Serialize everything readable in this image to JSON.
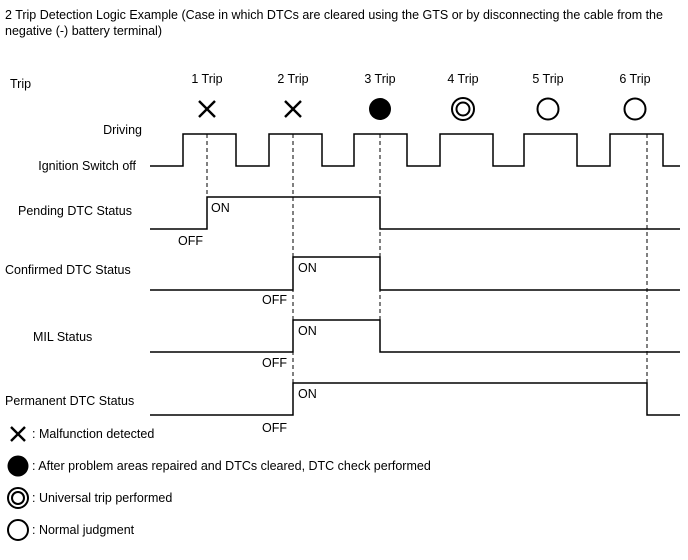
{
  "title": "2 Trip Detection Logic Example (Case in which DTCs are cleared using the GTS or by disconnecting the cable from the negative (-) battery terminal)",
  "trip_header": "Trip",
  "trips": [
    {
      "label": "1 Trip",
      "marker": "cross"
    },
    {
      "label": "2 Trip",
      "marker": "cross"
    },
    {
      "label": "3 Trip",
      "marker": "filled-circle"
    },
    {
      "label": "4 Trip",
      "marker": "double-circle"
    },
    {
      "label": "5 Trip",
      "marker": "open-circle"
    },
    {
      "label": "6 Trip",
      "marker": "open-circle"
    }
  ],
  "driving_label": "Driving",
  "ignition_label": "Ignition Switch off",
  "signals": [
    {
      "name": "Pending DTC Status",
      "on_label": "ON",
      "off_label": "OFF",
      "on_from_trip": 1,
      "off_at_trip": 3
    },
    {
      "name": "Confirmed DTC Status",
      "on_label": "ON",
      "off_label": "OFF",
      "on_from_trip": 2,
      "off_at_trip": 3
    },
    {
      "name": "MIL Status",
      "on_label": "ON",
      "off_label": "OFF",
      "on_from_trip": 2,
      "off_at_trip": 3
    },
    {
      "name": "Permanent DTC Status",
      "on_label": "ON",
      "off_label": "OFF",
      "on_from_trip": 2,
      "off_at_trip": 6
    }
  ],
  "legend": [
    {
      "icon": "cross-icon",
      "text": ": Malfunction detected"
    },
    {
      "icon": "filled-circle-icon",
      "text": ": After problem areas repaired and DTCs cleared, DTC check performed"
    },
    {
      "icon": "double-circle-icon",
      "text": ": Universal trip performed"
    },
    {
      "icon": "open-circle-icon",
      "text": ": Normal judgment"
    }
  ]
}
